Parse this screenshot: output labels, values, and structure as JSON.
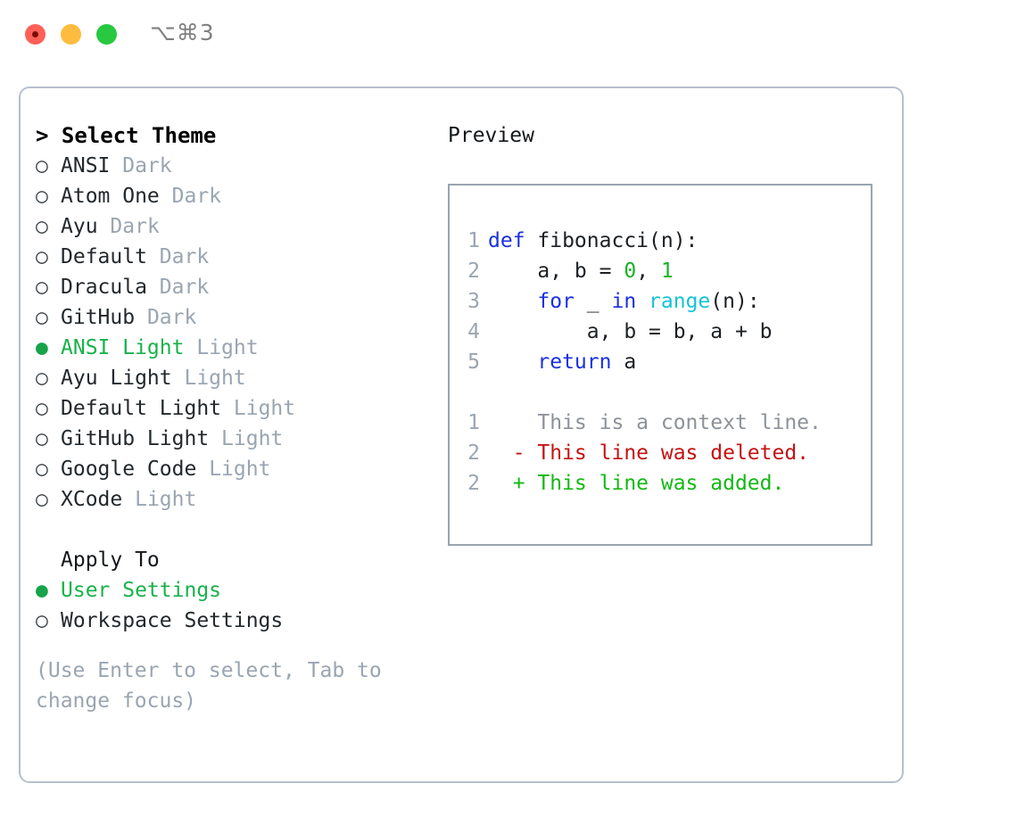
{
  "titlebar": {
    "shortcut": "⌥⌘3",
    "buttons": [
      {
        "name": "close",
        "color": "#ff6058"
      },
      {
        "name": "minimize",
        "color": "#fdbc40"
      },
      {
        "name": "maximize",
        "color": "#28c840"
      }
    ]
  },
  "theme_picker": {
    "heading": "> Select Theme",
    "selected_marker": "●",
    "unselected_marker": "○",
    "items": [
      {
        "name": "ANSI",
        "tag": "Dark",
        "selected": false
      },
      {
        "name": "Atom One",
        "tag": "Dark",
        "selected": false
      },
      {
        "name": "Ayu",
        "tag": "Dark",
        "selected": false
      },
      {
        "name": "Default",
        "tag": "Dark",
        "selected": false
      },
      {
        "name": "Dracula",
        "tag": "Dark",
        "selected": false
      },
      {
        "name": "GitHub",
        "tag": "Dark",
        "selected": false
      },
      {
        "name": "ANSI Light",
        "tag": "Light",
        "selected": true
      },
      {
        "name": "Ayu Light",
        "tag": "Light",
        "selected": false
      },
      {
        "name": "Default Light",
        "tag": "Light",
        "selected": false
      },
      {
        "name": "GitHub Light",
        "tag": "Light",
        "selected": false
      },
      {
        "name": "Google Code",
        "tag": "Light",
        "selected": false
      },
      {
        "name": "XCode",
        "tag": "Light",
        "selected": false
      }
    ]
  },
  "apply_to": {
    "heading": "Apply To",
    "items": [
      {
        "name": "User Settings",
        "selected": true
      },
      {
        "name": "Workspace Settings",
        "selected": false
      }
    ]
  },
  "hint": "(Use Enter to select, Tab to change focus)",
  "preview": {
    "title": "Preview",
    "code": [
      {
        "ln": "1",
        "tokens": [
          {
            "t": "def",
            "c": "kw"
          },
          {
            "t": " fibonacci(n):",
            "c": "plain"
          }
        ]
      },
      {
        "ln": "2",
        "tokens": [
          {
            "t": "    a, b = ",
            "c": "plain"
          },
          {
            "t": "0",
            "c": "num"
          },
          {
            "t": ", ",
            "c": "plain"
          },
          {
            "t": "1",
            "c": "num"
          }
        ]
      },
      {
        "ln": "3",
        "tokens": [
          {
            "t": "    ",
            "c": "plain"
          },
          {
            "t": "for",
            "c": "kw"
          },
          {
            "t": " _ ",
            "c": "plain"
          },
          {
            "t": "in",
            "c": "kw"
          },
          {
            "t": " ",
            "c": "plain"
          },
          {
            "t": "range",
            "c": "fn"
          },
          {
            "t": "(n):",
            "c": "plain"
          }
        ]
      },
      {
        "ln": "4",
        "tokens": [
          {
            "t": "        a, b = b, a + b",
            "c": "plain"
          }
        ]
      },
      {
        "ln": "5",
        "tokens": [
          {
            "t": "    ",
            "c": "plain"
          },
          {
            "t": "return",
            "c": "kw"
          },
          {
            "t": " a",
            "c": "plain"
          }
        ]
      }
    ],
    "diff": [
      {
        "ln": "1",
        "sign": " ",
        "text": "This is a context line.",
        "kind": "ctx"
      },
      {
        "ln": "2",
        "sign": "-",
        "text": "This line was deleted.",
        "kind": "del"
      },
      {
        "ln": "2",
        "sign": "+",
        "text": "This line was added.",
        "kind": "add"
      }
    ]
  },
  "colors": {
    "selected_green": "#18b24a",
    "tag_gray": "#9aa5b1",
    "border": "#b6bfcb",
    "preview_border": "#9aa5b1",
    "keyword_blue": "#1a30e0",
    "function_cyan": "#17c3d6",
    "number_green": "#17b226",
    "diff_deleted_red": "#c51212",
    "diff_added_green": "#14b814"
  }
}
